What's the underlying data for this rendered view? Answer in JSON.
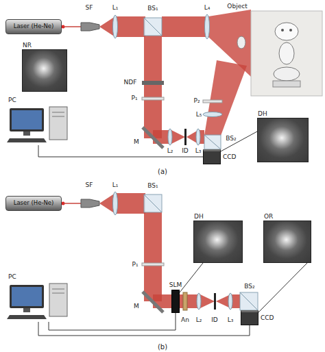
{
  "diagram": {
    "nodes": [
      {
        "text": [
          "Laser (He-Ne)"
        ]
      },
      {
        "text": [
          "PC"
        ]
      },
      {
        "text": [
          "CCD"
        ]
      },
      {
        "text": [
          "DH"
        ]
      },
      {
        "text": [
          "NR"
        ]
      },
      {
        "text": [
          "Laser (He-Ne)"
        ]
      },
      {
        "text": [
          "PC"
        ]
      },
      {
        "text": [
          "SLM"
        ]
      },
      {
        "text": [
          "CCD"
        ]
      },
      {
        "text": [
          "DH"
        ]
      },
      {
        "text": [
          "OR"
        ]
      }
    ],
    "edges": [
      {
        "from": 1,
        "to": 2,
        "arrow": "none"
      },
      {
        "from": 2,
        "to": 3,
        "arrow": "none"
      },
      {
        "from": 6,
        "to": 8,
        "arrow": "none"
      },
      {
        "from": 6,
        "to": 7,
        "arrow": "none"
      },
      {
        "from": 7,
        "to": 9,
        "arrow": "none"
      },
      {
        "from": 8,
        "to": 10,
        "arrow": "none"
      }
    ],
    "labels": [
      "SF",
      "L₁",
      "BS₁",
      "L₄",
      "Object",
      "NDF",
      "P₁",
      "P₂",
      "L₅",
      "M",
      "L₂",
      "ID",
      "L₃",
      "BS₂",
      "(a)",
      "SF",
      "L₁",
      "BS₁",
      "P₁",
      "M",
      "An",
      "L₂",
      "ID",
      "L₃",
      "BS₂",
      "(b)"
    ]
  }
}
